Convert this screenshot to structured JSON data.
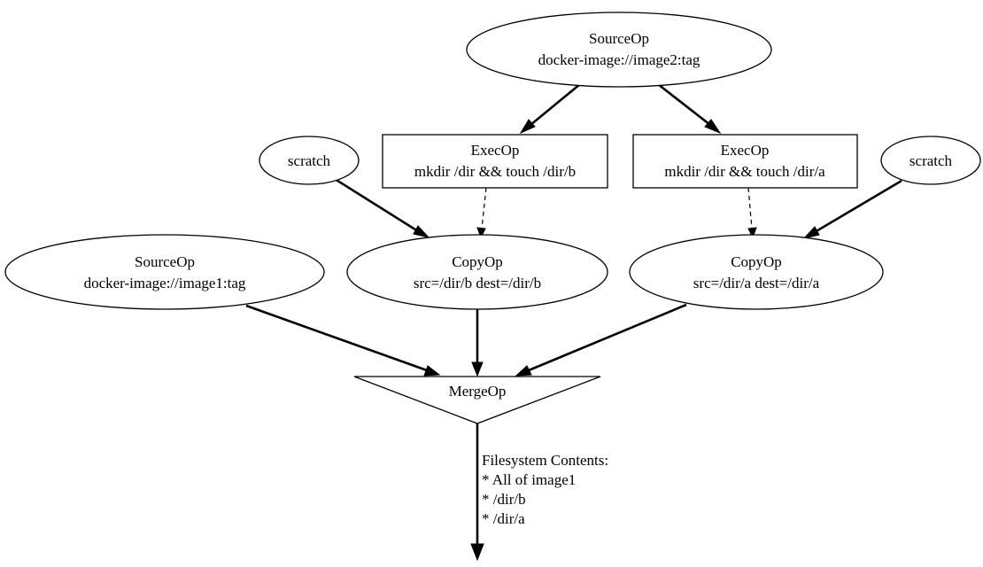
{
  "nodes": {
    "source_image2": {
      "type": "SourceOp",
      "detail": "docker-image://image2:tag"
    },
    "exec_b": {
      "type": "ExecOp",
      "detail": "mkdir /dir && touch /dir/b"
    },
    "exec_a": {
      "type": "ExecOp",
      "detail": "mkdir /dir && touch /dir/a"
    },
    "scratch_left": {
      "label": "scratch"
    },
    "scratch_right": {
      "label": "scratch"
    },
    "source_image1": {
      "type": "SourceOp",
      "detail": "docker-image://image1:tag"
    },
    "copy_b": {
      "type": "CopyOp",
      "detail": "src=/dir/b dest=/dir/b"
    },
    "copy_a": {
      "type": "CopyOp",
      "detail": "src=/dir/a dest=/dir/a"
    },
    "merge": {
      "label": "MergeOp"
    }
  },
  "output_label": {
    "title": "Filesystem Contents:",
    "items": [
      "* All of image1",
      "* /dir/b",
      "* /dir/a"
    ]
  },
  "edges": [
    {
      "from": "source_image2",
      "to": "exec_b",
      "style": "solid"
    },
    {
      "from": "source_image2",
      "to": "exec_a",
      "style": "solid"
    },
    {
      "from": "scratch_left",
      "to": "copy_b",
      "style": "solid"
    },
    {
      "from": "exec_b",
      "to": "copy_b",
      "style": "dashed"
    },
    {
      "from": "exec_a",
      "to": "copy_a",
      "style": "dashed"
    },
    {
      "from": "scratch_right",
      "to": "copy_a",
      "style": "solid"
    },
    {
      "from": "source_image1",
      "to": "merge",
      "style": "solid"
    },
    {
      "from": "copy_b",
      "to": "merge",
      "style": "solid"
    },
    {
      "from": "copy_a",
      "to": "merge",
      "style": "solid"
    },
    {
      "from": "merge",
      "to": "output",
      "style": "solid"
    }
  ]
}
